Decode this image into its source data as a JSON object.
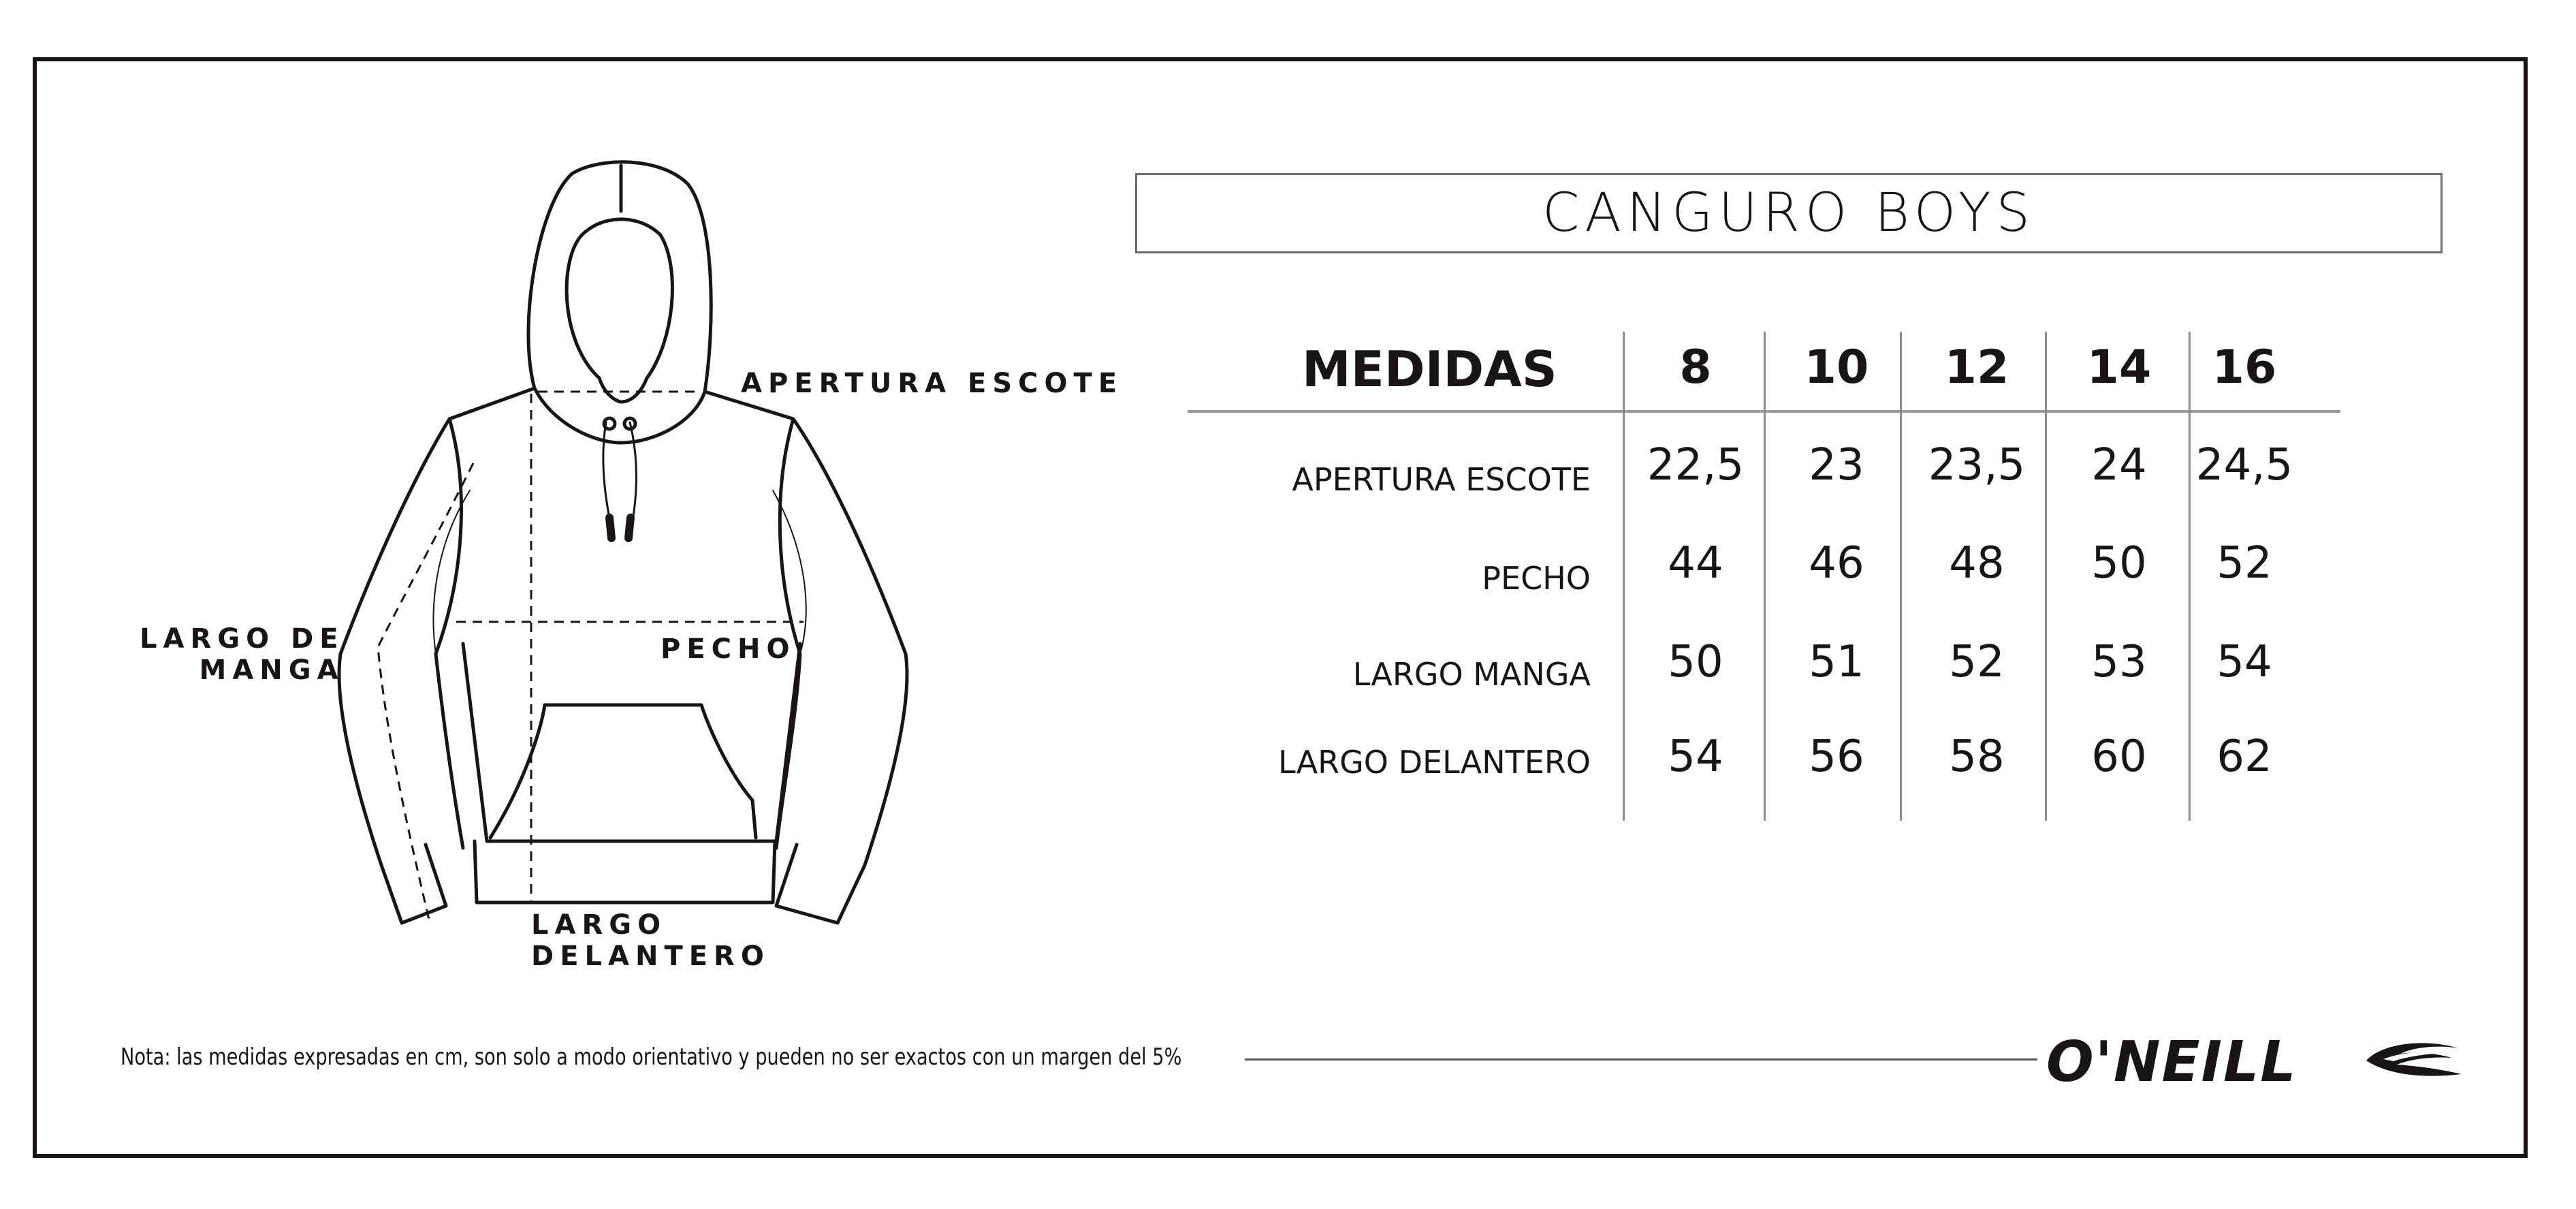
{
  "title": "CANGURO BOYS",
  "diagram_labels": {
    "neck": "APERTURA ESCOTE",
    "sleeve_line1": "LARGO DE",
    "sleeve_line2": "MANGA",
    "chest": "PECHO",
    "front_line1": "LARGO",
    "front_line2": "DELANTERO"
  },
  "table": {
    "header_label": "MEDIDAS",
    "sizes": [
      "8",
      "10",
      "12",
      "14",
      "16"
    ],
    "rows": [
      {
        "label": "APERTURA ESCOTE",
        "values": [
          "22,5",
          "23",
          "23,5",
          "24",
          "24,5"
        ]
      },
      {
        "label": "PECHO",
        "values": [
          "44",
          "46",
          "48",
          "50",
          "52"
        ]
      },
      {
        "label": "LARGO MANGA",
        "values": [
          "50",
          "51",
          "52",
          "53",
          "54"
        ]
      },
      {
        "label": "LARGO DELANTERO",
        "values": [
          "54",
          "56",
          "58",
          "60",
          "62"
        ]
      }
    ]
  },
  "note": "Nota: las medidas expresadas en cm, son solo a modo orientativo y pueden no ser exactos con un margen del 5%",
  "brand": "O'NEILL",
  "colors": {
    "ink": "#1a1414",
    "rule": "#8c8c8c"
  }
}
